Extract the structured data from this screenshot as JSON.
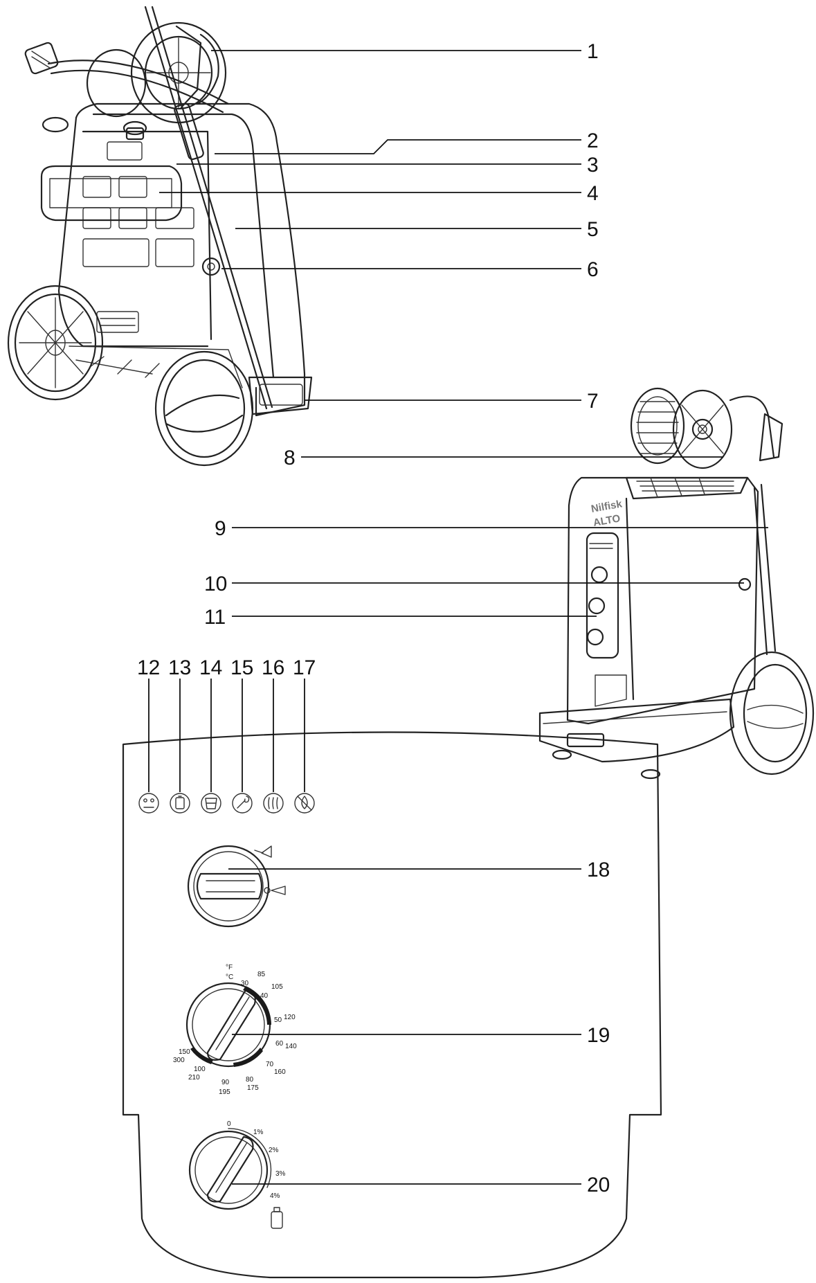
{
  "callouts": [
    {
      "id": "1",
      "label": "1"
    },
    {
      "id": "2",
      "label": "2"
    },
    {
      "id": "3",
      "label": "3"
    },
    {
      "id": "4",
      "label": "4"
    },
    {
      "id": "5",
      "label": "5"
    },
    {
      "id": "6",
      "label": "6"
    },
    {
      "id": "7",
      "label": "7"
    },
    {
      "id": "8",
      "label": "8"
    },
    {
      "id": "9",
      "label": "9"
    },
    {
      "id": "10",
      "label": "10"
    },
    {
      "id": "11",
      "label": "11"
    },
    {
      "id": "12",
      "label": "12"
    },
    {
      "id": "13",
      "label": "13"
    },
    {
      "id": "14",
      "label": "14"
    },
    {
      "id": "15",
      "label": "15"
    },
    {
      "id": "16",
      "label": "16"
    },
    {
      "id": "17",
      "label": "17"
    },
    {
      "id": "18",
      "label": "18"
    },
    {
      "id": "19",
      "label": "19"
    },
    {
      "id": "20",
      "label": "20"
    }
  ],
  "machine": {
    "brand_line1": "Nilfisk",
    "brand_line2": "ALTO"
  },
  "panel_icons": [
    {
      "id": "12",
      "icon": "plug-icon"
    },
    {
      "id": "13",
      "icon": "fuel-tank-icon"
    },
    {
      "id": "14",
      "icon": "detergent-icon"
    },
    {
      "id": "15",
      "icon": "wrench-icon"
    },
    {
      "id": "16",
      "icon": "heater-icon"
    },
    {
      "id": "17",
      "icon": "no-water-icon"
    }
  ],
  "temperature_dial": {
    "unit_f": "°F",
    "unit_c": "°C",
    "scale_c": [
      "30",
      "40",
      "50",
      "60",
      "70",
      "80",
      "90",
      "100",
      "150"
    ],
    "scale_f": [
      "85",
      "105",
      "120",
      "140",
      "160",
      "175",
      "195",
      "210",
      "300"
    ]
  },
  "detergent_dial": {
    "scale": [
      "0",
      "1%",
      "2%",
      "3%",
      "4%"
    ]
  }
}
